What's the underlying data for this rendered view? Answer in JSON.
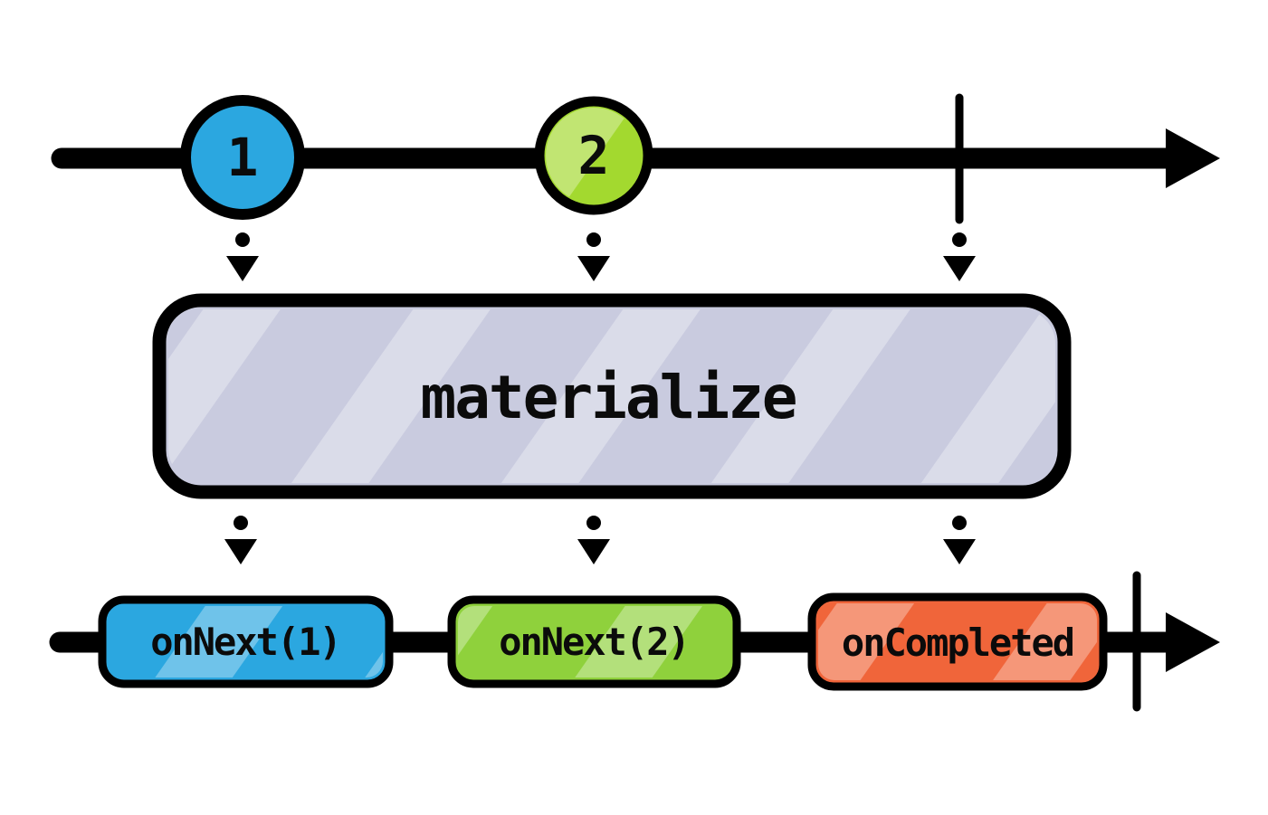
{
  "diagram": {
    "operator_label": "materialize",
    "source_timeline": {
      "marbles": [
        {
          "label": "1",
          "color": "#2BA7E0"
        },
        {
          "label": "2",
          "color": "#A3D92F"
        }
      ],
      "completed": true
    },
    "output_timeline": {
      "notifications": [
        {
          "label": "onNext(1)",
          "color": "#2BA7E0"
        },
        {
          "label": "onNext(2)",
          "color": "#8FD13C"
        },
        {
          "label": "onCompleted",
          "color": "#F0653A"
        }
      ],
      "completed": true
    },
    "colors": {
      "line": "#000000",
      "operator_box_fill": "#C9CBDF",
      "gloss_stripe": "#FFFFFF"
    }
  }
}
